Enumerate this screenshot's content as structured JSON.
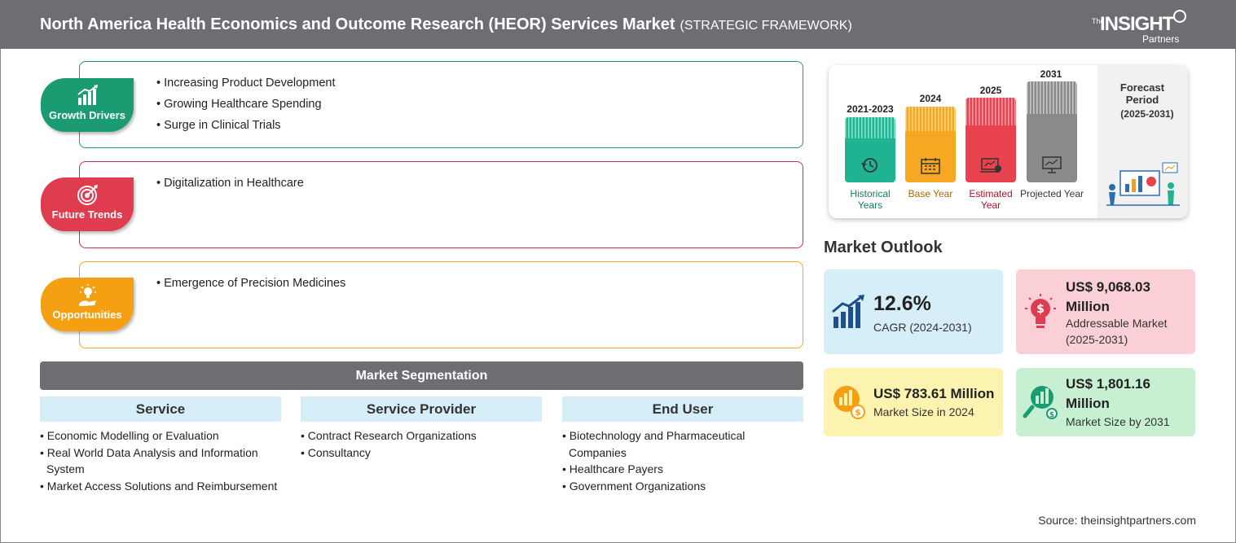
{
  "header": {
    "title": "North America Health Economics and Outcome Research (HEOR) Services Market",
    "subtitle": "(STRATEGIC FRAMEWORK)",
    "logo": {
      "the": "The",
      "insight": "INSIGHT",
      "partners": "Partners"
    }
  },
  "framework": {
    "growth_drivers": {
      "label": "Growth Drivers",
      "icon": "bar-growth-icon",
      "color": "#1a9b72",
      "items": [
        "Increasing Product Development",
        "Growing Healthcare Spending",
        "Surge in Clinical Trials"
      ]
    },
    "future_trends": {
      "label": "Future Trends",
      "icon": "target-icon",
      "color": "#e03c50",
      "items": [
        "Digitalization in Healthcare"
      ]
    },
    "opportunities": {
      "label": "Opportunities",
      "icon": "lightbulb-hand-icon",
      "color": "#f5a012",
      "items": [
        "Emergence of Precision Medicines"
      ]
    }
  },
  "segmentation": {
    "title": "Market Segmentation",
    "columns": [
      {
        "header": "Service",
        "items": [
          "Economic Modelling or Evaluation",
          "Real World Data Analysis and Information System",
          "Market Access Solutions and Reimbursement"
        ]
      },
      {
        "header": "Service Provider",
        "items": [
          "Contract Research Organizations",
          "Consultancy"
        ]
      },
      {
        "header": "End User",
        "items": [
          "Biotechnology and Pharmaceutical Companies",
          "Healthcare Payers",
          "Government Organizations"
        ]
      }
    ]
  },
  "timeline": {
    "periods": [
      {
        "year": "2021-2023",
        "label": "Historical Years",
        "color": "#1fb392",
        "text_color": "#177a63",
        "icon": "history-icon"
      },
      {
        "year": "2024",
        "label": "Base Year",
        "color": "#f7a823",
        "text_color": "#a76a06",
        "icon": "calendar-icon"
      },
      {
        "year": "2025",
        "label": "Estimated Year",
        "color": "#e8424f",
        "text_color": "#a5172a",
        "icon": "estimate-icon"
      },
      {
        "year": "2031",
        "label": "Projected Year",
        "color": "#8a8a8a",
        "text_color": "#333333",
        "icon": "projection-icon"
      }
    ],
    "forecast_title": "Forecast Period",
    "forecast_range": "(2025-2031)"
  },
  "outlook": {
    "title": "Market Outlook",
    "cards": [
      {
        "value": "12.6%",
        "label": "CAGR (2024-2031)",
        "icon": "growth-chart-icon"
      },
      {
        "value": "US$ 9,068.03 Million",
        "label": "Addressable Market (2025-2031)",
        "icon": "lightbulb-dollar-icon"
      },
      {
        "value": "US$ 783.61 Million",
        "label": "Market Size in 2024",
        "icon": "dollar-chart-icon"
      },
      {
        "value": "US$ 1,801.16 Million",
        "label": "Market Size by 2031",
        "icon": "magnifier-chart-icon"
      }
    ]
  },
  "source": "Source: theinsightpartners.com"
}
